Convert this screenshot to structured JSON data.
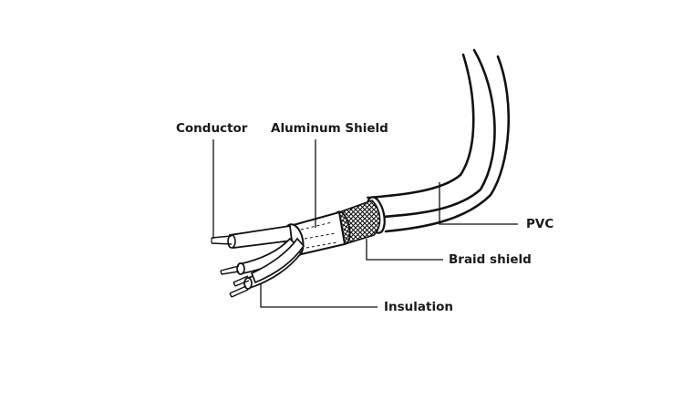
{
  "diagram": {
    "labels": {
      "conductor": "Conductor",
      "aluminum_shield": "Aluminum Shield",
      "pvc": "PVC",
      "braid_shield": "Braid shield",
      "insulation": "Insulation"
    },
    "colors": {
      "line": "#111111",
      "background": "#ffffff"
    }
  }
}
